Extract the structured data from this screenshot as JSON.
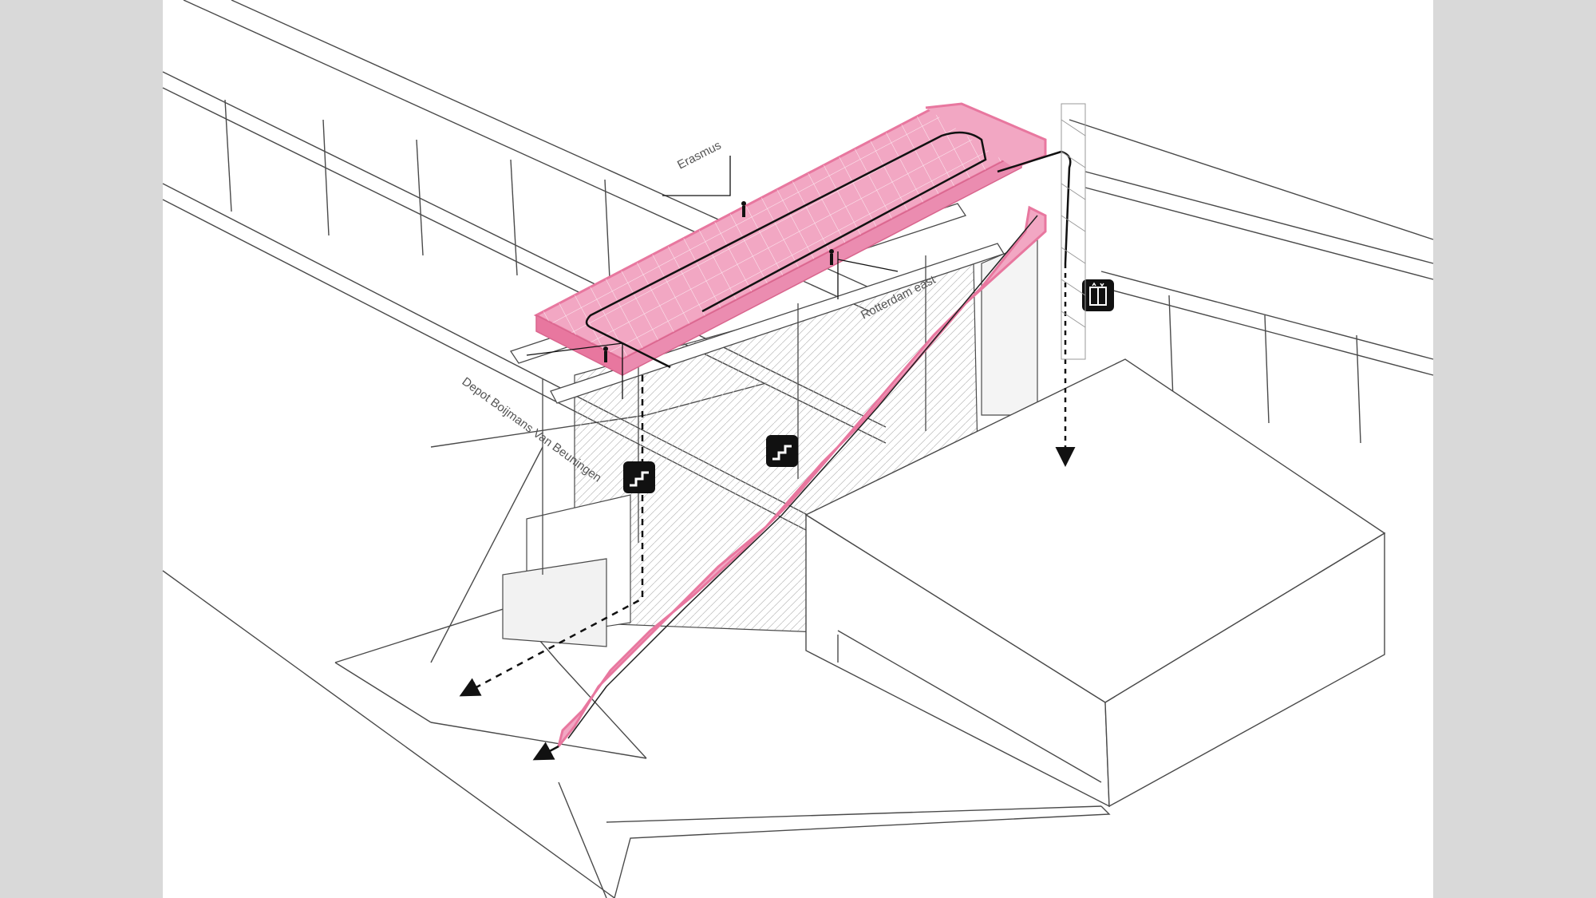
{
  "labels": {
    "erasmus": "Erasmus",
    "rotterdam_east": "Rotterdam east",
    "depot": "Depot Boijmans Van Beuningen"
  },
  "icons": {
    "stairs": "stairs-icon",
    "elevator": "elevator-icon"
  },
  "colors": {
    "accent": "#e8779f",
    "accent_fill": "#f2a7c3",
    "line": "#4a4a4a",
    "background": "#ffffff",
    "margin": "#d9d9d9",
    "path": "#111111"
  }
}
